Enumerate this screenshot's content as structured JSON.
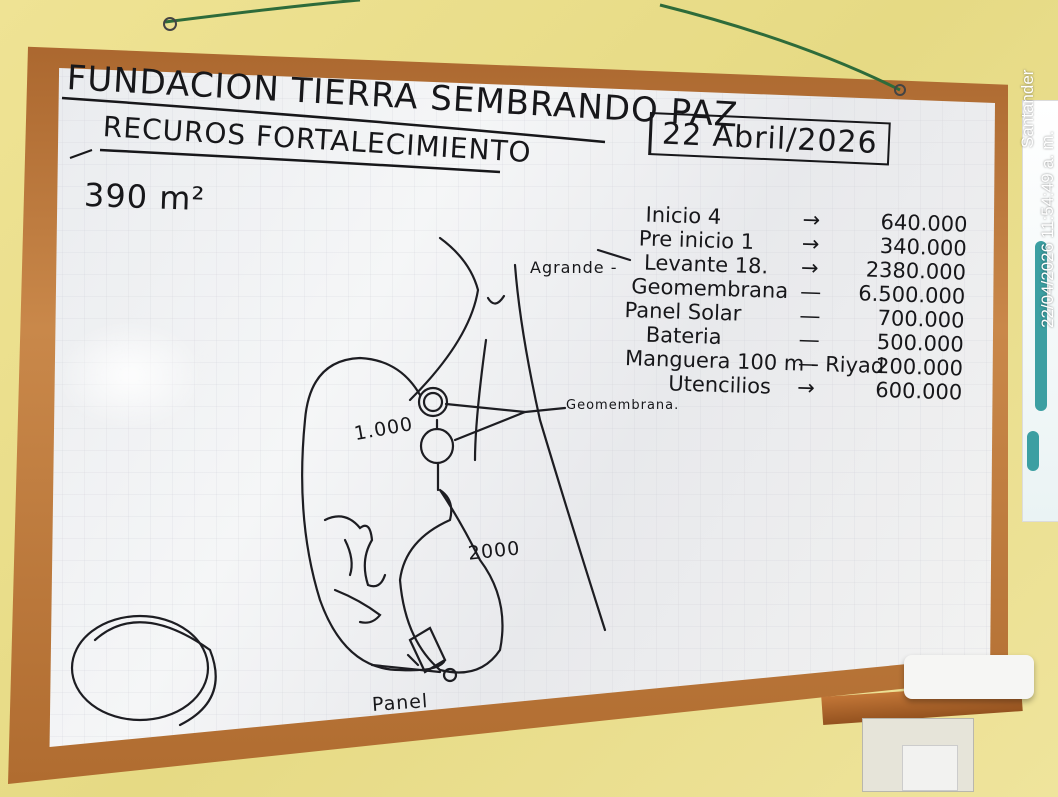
{
  "whiteboard": {
    "title_line1": "FUNDACION TIERRA SEMBRANDO PAZ",
    "title_line2": "RECUROS FORTALECIMIENTO",
    "date": "22 Abril/2026",
    "area": "390 m²",
    "cost_items": [
      {
        "label": "Inicio 4",
        "arrow": "→",
        "value": "640.000"
      },
      {
        "label": "Pre inicio 1",
        "arrow": "→",
        "value": "340.000"
      },
      {
        "label": "Levante 18.",
        "arrow": "→",
        "value": "2380.000"
      },
      {
        "label": "Geomembrana",
        "arrow": "—",
        "value": "6.500.000"
      },
      {
        "label": "Panel Solar",
        "arrow": "—",
        "value": "700.000"
      },
      {
        "label": "Bateria",
        "arrow": "—",
        "value": "500.000"
      },
      {
        "label": "Manguera 100 m - Riyad",
        "arrow": "—",
        "value": "200.000"
      },
      {
        "label": "Utencilios",
        "arrow": "→",
        "value": "600.000"
      }
    ],
    "side_note": "Agrande -",
    "geomembrana_note": "Geomembrana.",
    "map_labels": {
      "area_1000": "1.000",
      "area_2000": "2000",
      "panel": "Panel"
    }
  },
  "timestamp_overlay": {
    "date_time": "22/04/2026 11:54:49 a. m.",
    "place": "Santander"
  }
}
